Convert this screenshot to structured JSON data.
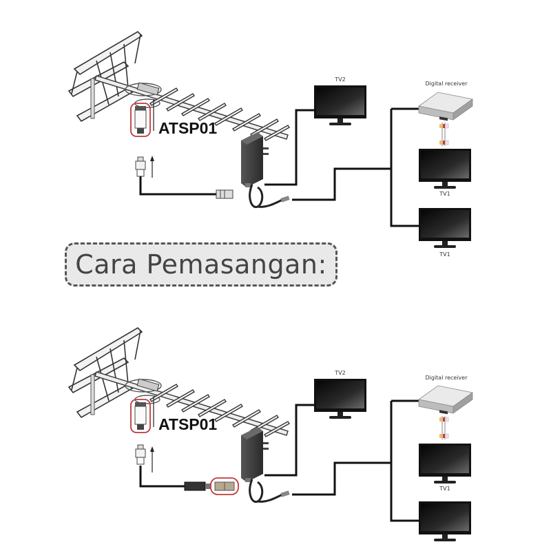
{
  "title": "Cara Pemasangan:",
  "diagrams": [
    {
      "id": "top",
      "model_label": "ATSP01",
      "tv_labels": {
        "tv2": "TV2",
        "receiver": "Digital receiver",
        "tv1_a": "TV1",
        "tv1_b": "TV1"
      },
      "has_connector_highlight": false
    },
    {
      "id": "bottom",
      "model_label": "ATSP01",
      "tv_labels": {
        "tv2": "TV2",
        "receiver": "Digital receiver",
        "tv1_a": "TV1"
      },
      "has_connector_highlight": true
    }
  ],
  "colors": {
    "highlight": "#c0393b",
    "cable": "#111111",
    "title_border": "#555555",
    "title_text": "#444444"
  }
}
